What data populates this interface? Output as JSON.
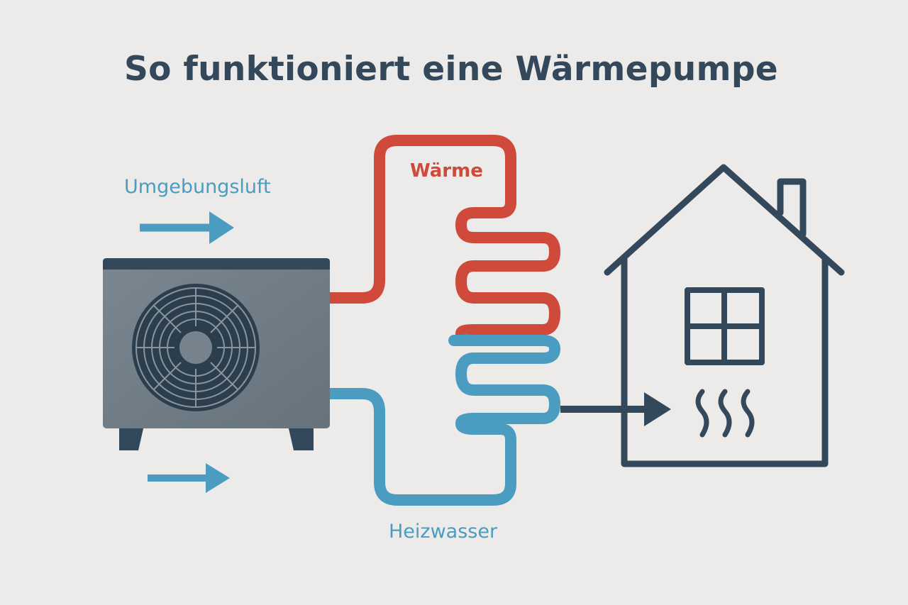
{
  "title": "So funktioniert eine Wärmepumpe",
  "labels": {
    "ambient_air": "Umgebungsluft",
    "heat": "Wärme",
    "heating_water": "Heizwasser"
  },
  "colors": {
    "hot": "#cf4a3b",
    "cold": "#4a9dc0",
    "dark": "#33495b",
    "unit": "#6f7d87",
    "background": "#ecebea"
  }
}
